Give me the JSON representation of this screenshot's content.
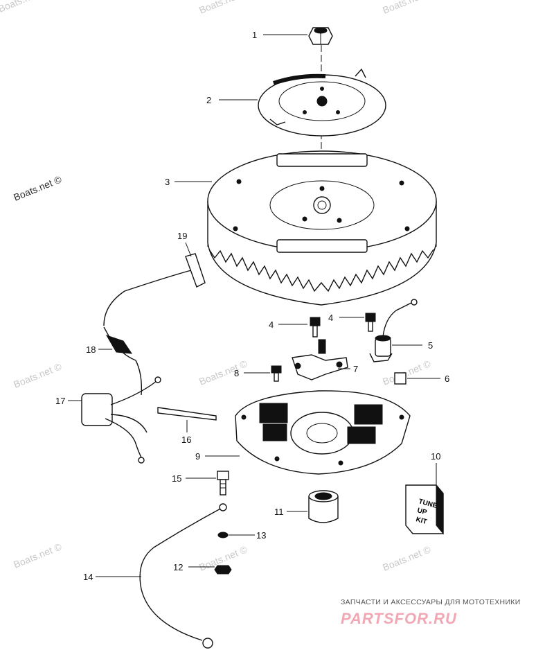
{
  "watermarks": [
    "Boats.net",
    "Boats.net ©"
  ],
  "callouts": [
    "1",
    "2",
    "3",
    "4",
    "5",
    "6",
    "7",
    "8",
    "9",
    "10",
    "11",
    "12",
    "13",
    "14",
    "15",
    "16",
    "17",
    "18",
    "19"
  ],
  "tune_up_kit": {
    "line1": "TUNE",
    "line2": "UP",
    "line3": "KIT"
  },
  "branding": {
    "subtitle": "ЗАПЧАСТИ И АКСЕССУАРЫ ДЛЯ МОТОТЕХНИКИ",
    "logo": "PARTSFOR.RU"
  }
}
